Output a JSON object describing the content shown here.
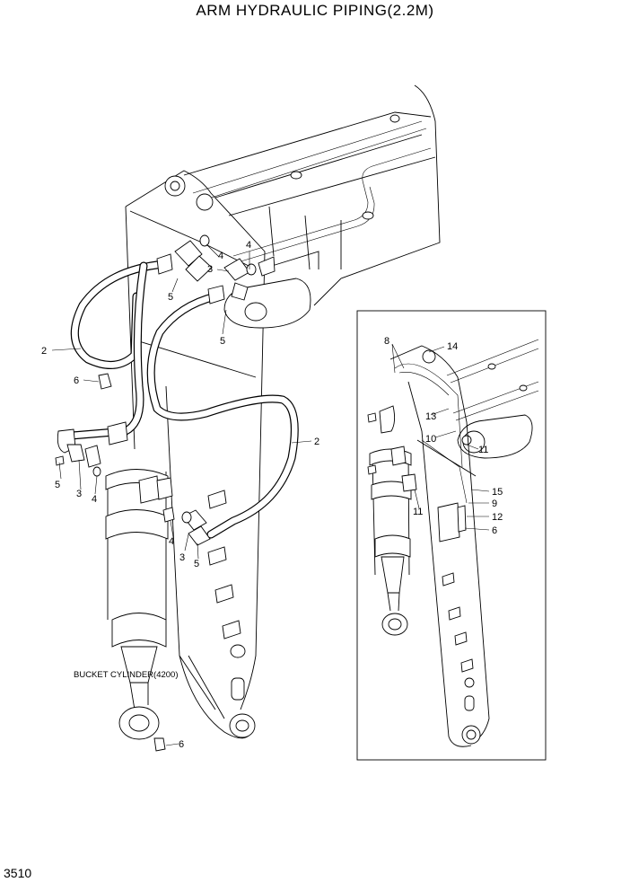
{
  "title": "ARM HYDRAULIC PIPING(2.2M)",
  "page_number": "3510",
  "note": "BUCKET CYLINDER(4200)",
  "callouts": {
    "c1": "2",
    "c2": "6",
    "c3": "4",
    "c4": "4",
    "c5": "3",
    "c6": "5",
    "c7": "5",
    "c8": "2",
    "c9": "5",
    "c10": "3",
    "c11": "4",
    "c12": "4",
    "c13": "3",
    "c14": "5",
    "c15": "6",
    "c16": "8",
    "c17": "14",
    "c18": "13",
    "c19": "10",
    "c20": "11",
    "c21": "15",
    "c22": "9",
    "c23": "11",
    "c24": "12",
    "c25": "6"
  }
}
